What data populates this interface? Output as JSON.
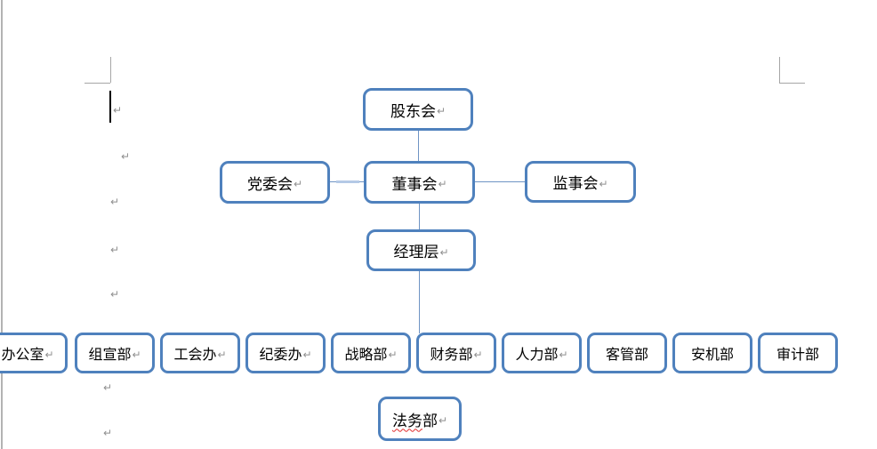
{
  "app": {
    "view": "word-document-canvas",
    "description": "Organization chart drawn with rounded-rectangle shapes in a word processor page"
  },
  "editor": {
    "pilcrow": "↵",
    "margin_paragraph_marks_count": 7,
    "cursor_visible": true
  },
  "colors": {
    "shape_border": "#4f81bd",
    "connector": "#6f94c4",
    "connector_highlight": "#b4c9e6",
    "text": "#000000",
    "formatting_mark": "#8f8f8f",
    "spellcheck_underline": "#e02a2a",
    "boundary_mark": "#a6a6a6"
  },
  "diagram": {
    "type": "org-chart",
    "levels": [
      [
        "股东会"
      ],
      [
        "党委会",
        "董事会",
        "监事会"
      ],
      [
        "经理层"
      ],
      [
        "办公室",
        "组宣部",
        "工会办",
        "纪委办",
        "战略部",
        "财务部",
        "人力部",
        "客管部",
        "安机部",
        "审计部"
      ],
      [
        "法务部"
      ]
    ],
    "nodes": [
      {
        "id": "gudonghui",
        "label": "股东会",
        "mark": "↵"
      },
      {
        "id": "dangweihui",
        "label": "党委会",
        "mark": "↵"
      },
      {
        "id": "dongshihui",
        "label": "董事会",
        "mark": "↵"
      },
      {
        "id": "jianshihui",
        "label": "监事会",
        "mark": "↵"
      },
      {
        "id": "jingliceng",
        "label": "经理层",
        "mark": "↵"
      },
      {
        "id": "bangongshi",
        "label": "办公室",
        "mark": "↵"
      },
      {
        "id": "zuxuanbu",
        "label": "组宣部",
        "mark": "↵"
      },
      {
        "id": "gonghuiban",
        "label": "工会办",
        "mark": "↵"
      },
      {
        "id": "jiweiban",
        "label": "纪委办",
        "mark": "↵"
      },
      {
        "id": "zhanlvebu",
        "label": "战略部",
        "mark": "↵"
      },
      {
        "id": "caiwubu",
        "label": "财务部",
        "mark": "↵"
      },
      {
        "id": "renlibu",
        "label": "人力部",
        "mark": "↵"
      },
      {
        "id": "keguanbu",
        "label": "客管部",
        "mark": ""
      },
      {
        "id": "anjibu",
        "label": "安机部",
        "mark": ""
      },
      {
        "id": "shenjibu",
        "label": "审计部",
        "mark": ""
      },
      {
        "id": "fawubu",
        "label_parts": [
          {
            "text": "法务",
            "misspelled": true
          },
          {
            "text": "部",
            "misspelled": false
          }
        ],
        "mark": "↵"
      }
    ],
    "connections": [
      {
        "from": "gudonghui",
        "to": "dongshihui"
      },
      {
        "from": "dangweihui",
        "to": "dongshihui"
      },
      {
        "from": "dongshihui",
        "to": "jianshihui"
      },
      {
        "from": "dongshihui",
        "to": "jingliceng"
      },
      {
        "from": "jingliceng",
        "to": "departments-row"
      }
    ]
  }
}
